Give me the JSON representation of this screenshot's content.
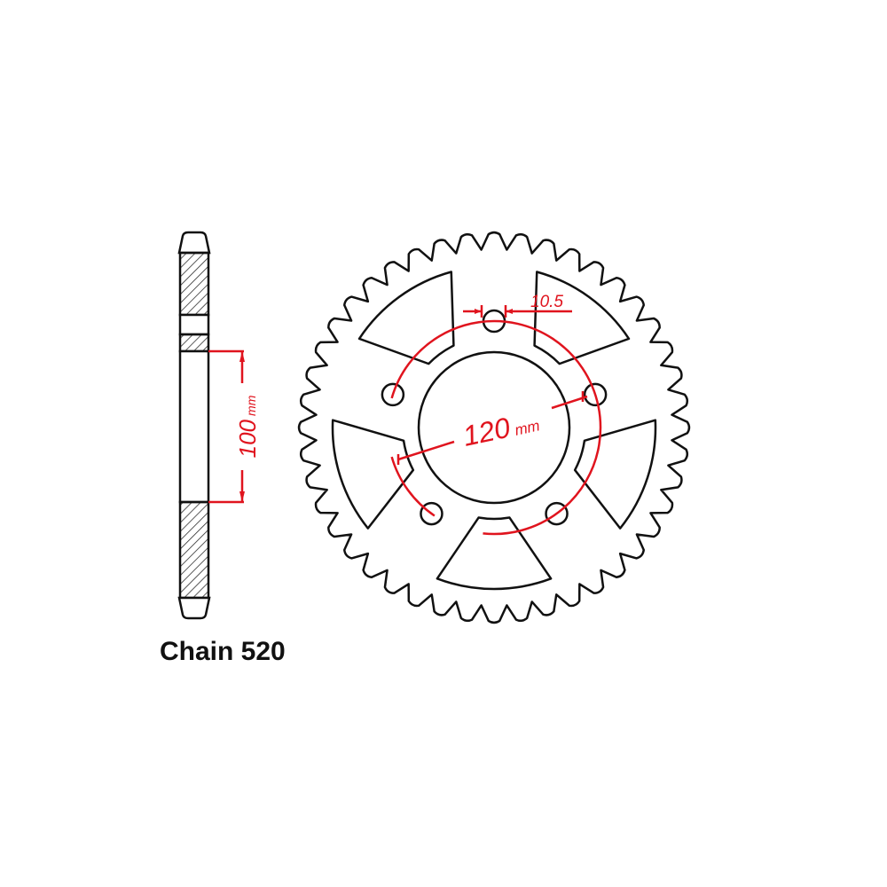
{
  "caption": "Chain 520",
  "dimensions": {
    "inner_diameter": {
      "value": "100",
      "unit": "mm"
    },
    "bolt_circle": {
      "value": "120",
      "unit": "mm"
    },
    "bolt_hole": {
      "value": "10.5"
    }
  },
  "sprocket": {
    "teeth": 44,
    "bolt_holes": 5
  },
  "colors": {
    "outline": "#111111",
    "dimension": "#e0141e"
  }
}
